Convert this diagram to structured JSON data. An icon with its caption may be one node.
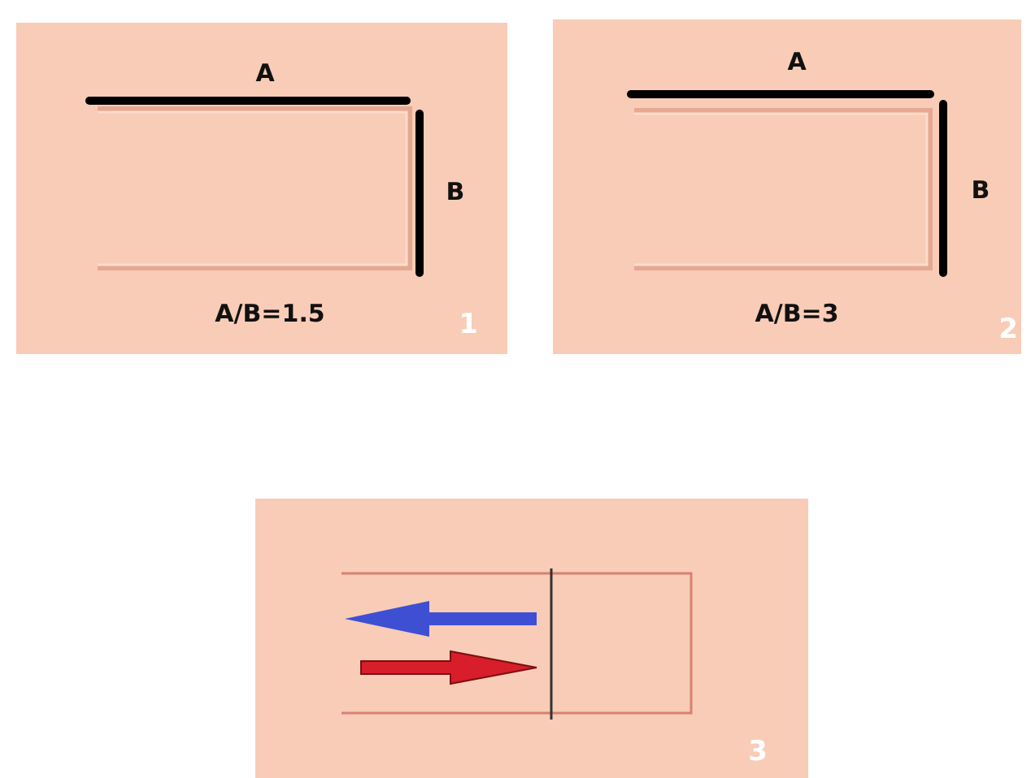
{
  "diagram": {
    "nodes": [
      {
        "text": [
          "A",
          "B",
          "A/B=1.5",
          "1"
        ]
      },
      {
        "text": [
          "A",
          "B",
          "A/B=3",
          "2"
        ]
      },
      {
        "text": [
          "3"
        ]
      }
    ]
  }
}
